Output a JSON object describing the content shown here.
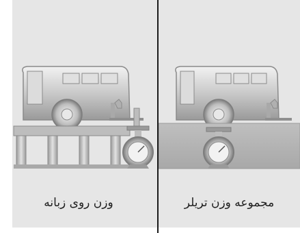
{
  "panels": [
    {
      "id": "tongue-weight",
      "caption": "وزن روی زبانه",
      "scale": "tongue-jack"
    },
    {
      "id": "gross-trailer-weight",
      "caption": "مجموعه وزن تریلر",
      "scale": "under-axle"
    }
  ],
  "colors": {
    "panel_bg": "#e6e6e6",
    "divider": "#1a1a1a",
    "caption_text": "#1f1f1f"
  },
  "icons": [
    "trailer-icon",
    "weighing-scale-icon",
    "bridge-platform-icon"
  ]
}
